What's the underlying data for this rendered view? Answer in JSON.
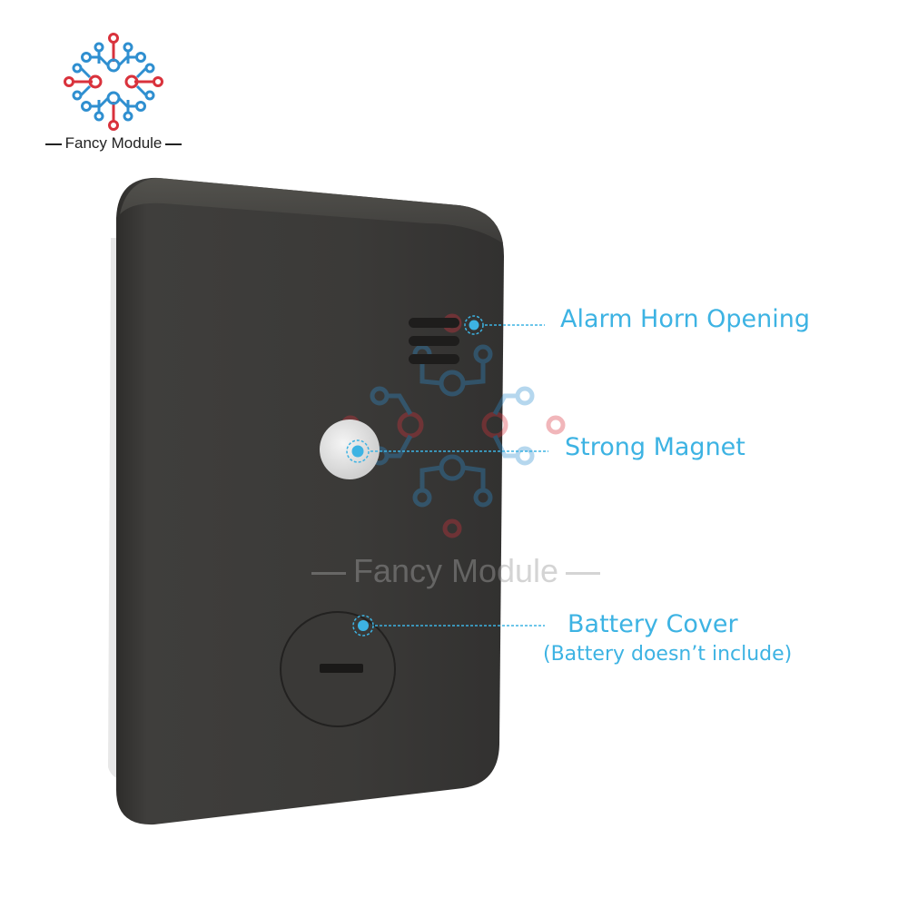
{
  "brand": {
    "name": "Fancy Module",
    "watermark_text": "Fancy Module",
    "colors": {
      "blue": "#2f8fd0",
      "red": "#d9323c"
    }
  },
  "device": {
    "body_color": "#3c3b39",
    "magnet_color": "#ececec"
  },
  "callouts": {
    "accent_color": "#3db3e3",
    "alarm_horn": "Alarm Horn Opening",
    "magnet": "Strong Magnet",
    "battery": "Battery Cover",
    "battery_note": "(Battery doesn’t include)"
  }
}
